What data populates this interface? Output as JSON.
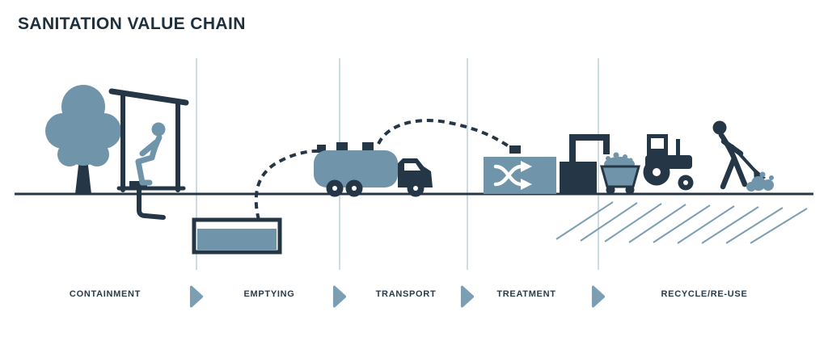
{
  "title": "SANITATION VALUE CHAIN",
  "stages": [
    {
      "label": "CONTAINMENT"
    },
    {
      "label": "EMPTYING"
    },
    {
      "label": "TRANSPORT"
    },
    {
      "label": "TREATMENT"
    },
    {
      "label": "RECYCLE/RE-USE"
    }
  ],
  "separator_icon": "chevron-right",
  "colors": {
    "dark_navy": "#253746",
    "steel_blue": "#7095aa",
    "divider_line": "#cddbe2",
    "background": "#ffffff"
  }
}
